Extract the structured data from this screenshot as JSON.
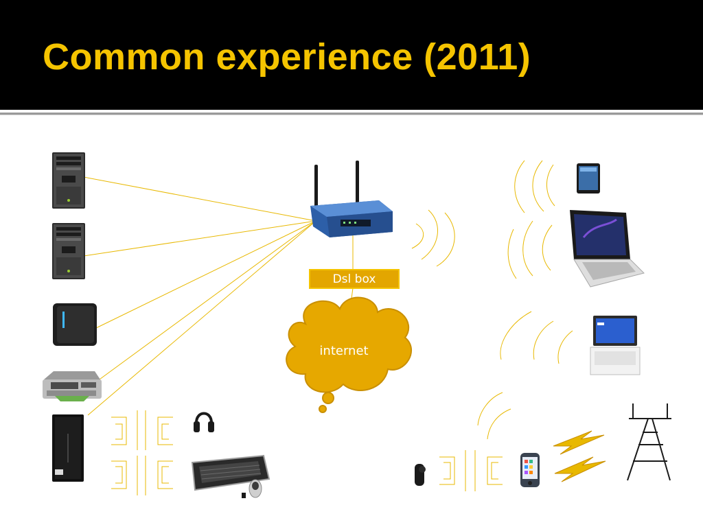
{
  "slide": {
    "title": "Common experience (2011)"
  },
  "diagram": {
    "dsl_box_label": "Dsl box",
    "cloud_label": "internet",
    "colors": {
      "accent": "#f5c400",
      "line": "#e8b800",
      "box_fill": "#e3a600",
      "box_border": "#f5c400",
      "cloud_fill": "#e6a800",
      "cloud_stroke": "#c98f00",
      "label_text": "#ffffff",
      "background": "#ffffff",
      "header": "#000000"
    },
    "icons": [
      "desktop-tower-icon",
      "external-hard-drive-icon",
      "printer-icon",
      "wireless-router-icon",
      "headphones-icon",
      "keyboard-icon",
      "mouse-icon",
      "tablet-icon",
      "laptop-icon",
      "netbook-icon",
      "bluetooth-headset-icon",
      "smartphone-icon",
      "lightning-icon",
      "cell-tower-icon"
    ]
  }
}
